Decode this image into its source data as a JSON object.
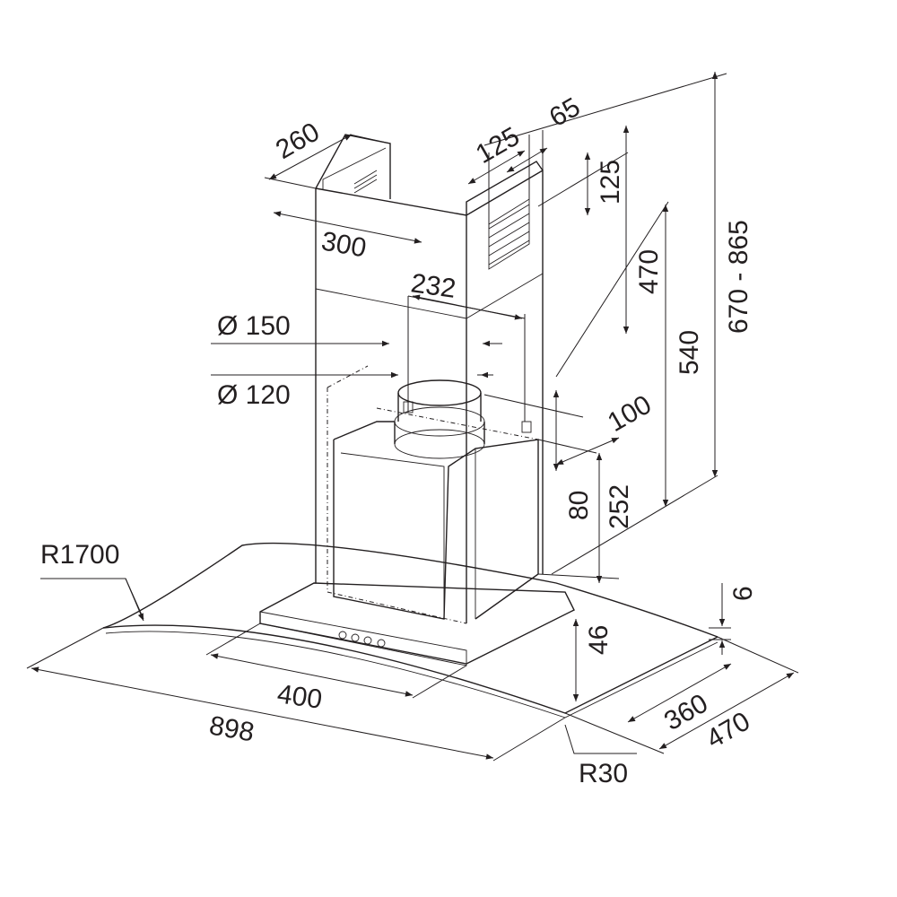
{
  "title": "Cooker hood dimension drawing",
  "colors": {
    "line": "#231f20",
    "background": "#ffffff"
  },
  "dimensions": {
    "chimney_depth": "260",
    "chimney_width": "300",
    "vent_width": "125",
    "vent_offset": "65",
    "vent_height": "125",
    "upper_height": "470",
    "total_height": "670 - 865",
    "outlet_spacing": "232",
    "duct_150": "Ø 150",
    "duct_120": "Ø 120",
    "lower_height": "540",
    "outlet_depth": "100",
    "outlet_height": "80",
    "body_height": "252",
    "glass_radius": "R1700",
    "glass_thickness": "6",
    "base_height": "46",
    "base_width": "400",
    "base_depth": "360",
    "glass_depth": "470",
    "glass_width": "898",
    "corner_radius": "R30"
  }
}
